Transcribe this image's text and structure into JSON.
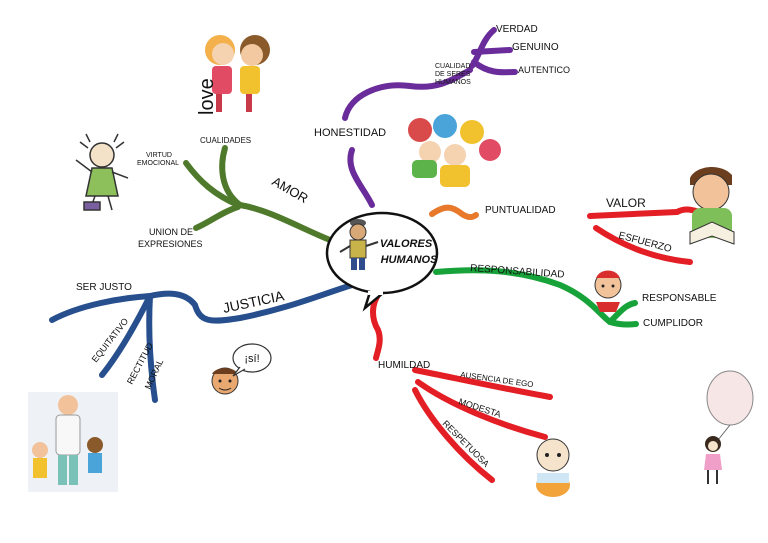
{
  "center": {
    "line1": "VALORES",
    "line2": "HUMANOS"
  },
  "branches": {
    "honestidad": {
      "label": "HONESTIDAD",
      "sub_label": [
        "CUALIDAD",
        "DE SERES",
        "HUMANOS"
      ],
      "items": [
        "VERDAD",
        "GENUINO",
        "AUTENTICO"
      ]
    },
    "amor": {
      "label": "AMOR",
      "items": [
        "CUALIDADES",
        "VIRTUD",
        "EMOCIONAL",
        "UNION DE",
        "EXPRESIONES"
      ],
      "image_text": "love"
    },
    "puntualidad": {
      "label": "PUNTUALIDAD",
      "items": [
        "VALOR",
        "ESFUERZO"
      ]
    },
    "responsabilidad": {
      "label": "RESPONSABILIDAD",
      "items": [
        "RESPONSABLE",
        "CUMPLIDOR"
      ]
    },
    "justicia": {
      "label": "JUSTICIA",
      "items": [
        "SER JUSTO",
        "EQUITATIVO",
        "RECTITUD",
        "MORAL"
      ],
      "speech_bubble": "¡sí!"
    },
    "humildad": {
      "label": "HUMILDAD",
      "items": [
        "AUSENCIA DE EGO",
        "MODESTA",
        "RESPETUOSA"
      ]
    }
  },
  "colors": {
    "honestidad": "#6a2c9a",
    "amor": "#4f7a2c",
    "puntualidad": "#e8782a",
    "responsabilidad": "#17a33a",
    "justicia": "#274f8e",
    "humildad": "#e31e24"
  }
}
